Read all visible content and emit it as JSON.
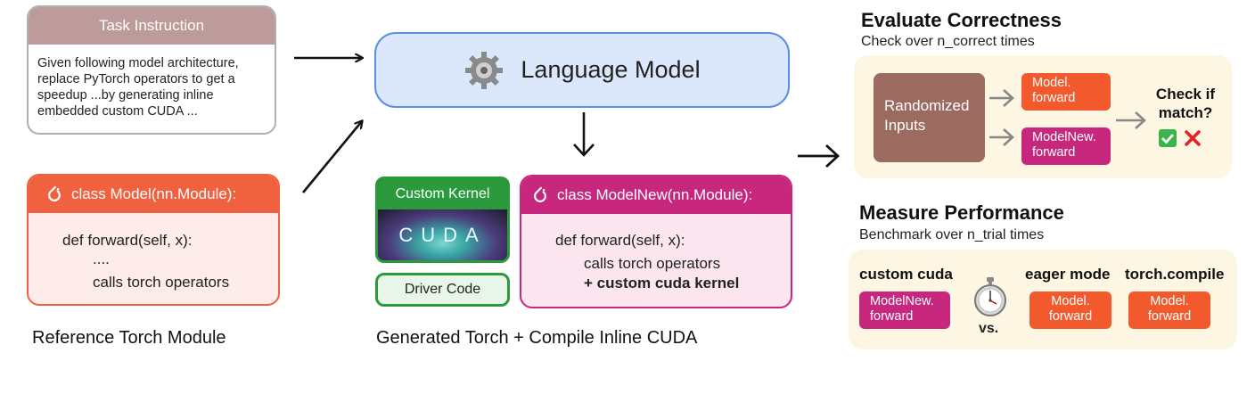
{
  "task": {
    "header": "Task Instruction",
    "lines": [
      "Given following model architecture,",
      "replace PyTorch operators to get a",
      "speedup ...by generating inline",
      "embedded custom CUDA ..."
    ]
  },
  "reference": {
    "header": "class Model(nn.Module):",
    "code": [
      "def forward(self, x):",
      "....",
      "calls torch operators"
    ],
    "caption": "Reference Torch Module"
  },
  "language_model": {
    "label": "Language Model"
  },
  "custom_kernel": {
    "header": "Custom Kernel",
    "cuda_text": "CUDA"
  },
  "driver_code": {
    "label": "Driver Code"
  },
  "model_new": {
    "header": "class ModelNew(nn.Module):",
    "code": [
      "def forward(self, x):",
      "calls torch operators",
      "+ custom cuda kernel"
    ]
  },
  "generated_caption": "Generated Torch + Compile Inline CUDA",
  "evaluate": {
    "title": "Evaluate Correctness",
    "subtitle": "Check over n_correct times",
    "inputs_label": "Randomized Inputs",
    "model_forward": "Model.\nforward",
    "modelnew_forward": "ModelNew.\nforward",
    "check_text": "Check if\nmatch?"
  },
  "measure": {
    "title": "Measure Performance",
    "subtitle": "Benchmark over n_trial times",
    "custom_label": "custom cuda",
    "custom_pill": "ModelNew.\nforward",
    "eager_label": "eager mode",
    "eager_pill": "Model.\nforward",
    "compile_label": "torch.compile",
    "compile_pill": "Model.\nforward",
    "vs": "vs."
  },
  "colors": {
    "reference": "#f0613f",
    "model_new": "#c8277e",
    "kernel": "#2a9a3d",
    "language_model": "#5b8fe3",
    "task_header": "#bd9b9a"
  },
  "icons": [
    "gear-icon",
    "pytorch-icon",
    "stopwatch-icon",
    "checkmark-icon",
    "cross-icon",
    "arrow-icon"
  ]
}
